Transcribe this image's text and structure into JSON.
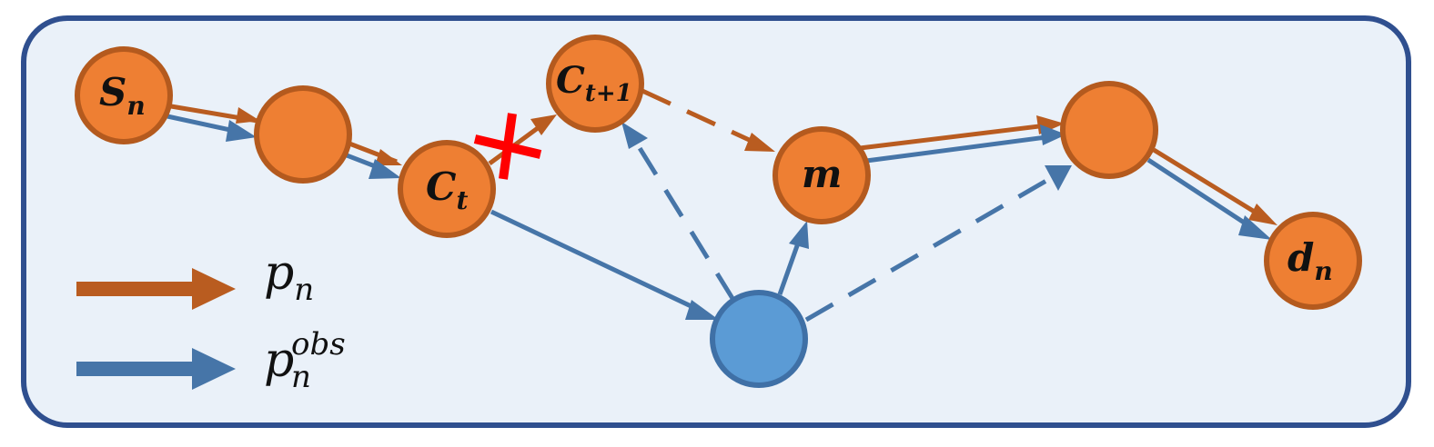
{
  "colors": {
    "panel_fill": "#eaf1f9",
    "panel_border": "#2f4f8f",
    "node_orange": "#ee7f33",
    "node_orange_border": "#b45a1e",
    "node_blue": "#5b9bd5",
    "node_blue_border": "#3f70a6",
    "arrow_orange": "#b95c20",
    "arrow_blue": "#4675a8",
    "cross_red": "#ff0000"
  },
  "nodes": {
    "s_n": {
      "main": "S",
      "sub": "n"
    },
    "mid1": {
      "main": "",
      "sub": ""
    },
    "c_t": {
      "main": "C",
      "sub": "t"
    },
    "c_t1": {
      "main": "C",
      "sub": "t+1"
    },
    "m": {
      "main": "m",
      "sub": ""
    },
    "right_top": {
      "main": "",
      "sub": ""
    },
    "d_n": {
      "main": "d",
      "sub": "n"
    },
    "blue_node": {
      "main": "",
      "sub": ""
    }
  },
  "legend": {
    "planned": {
      "main": "p",
      "sub": "n",
      "sup": ""
    },
    "observed": {
      "main": "p",
      "sub": "n",
      "sup": "obs"
    }
  }
}
